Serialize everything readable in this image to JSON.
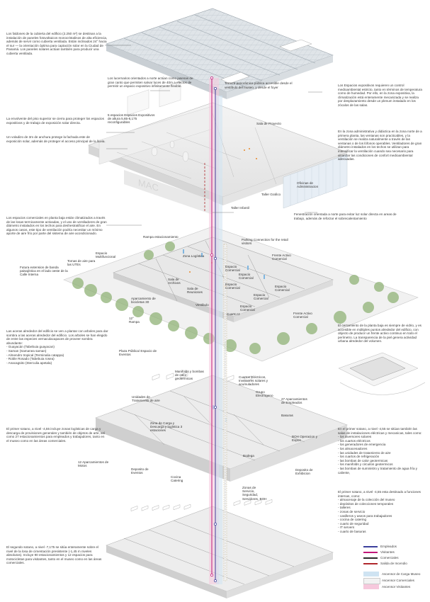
{
  "paragraphs": {
    "roof": "Los faldones de la cubierta del edificio (2.250 m²) se destinan a la instalación de paneles fotovoltaicos monocristalinos de alta eficiencia, además de servir como cubierta ventilada. Están inclinados 24° hacia el sur — la orientación óptima para captación solar en la Ciudad de Panamá. Los paneles solares actúan también para producir una cubierta ventilada.",
    "skylights": "Los lucernarios orientados a norte actúan como jasenas de gran canto que permiten salvar luces de 40m a efectos de permitir un espacio expositivo infinitamente flexible.",
    "terrace": "Terraza panorámica pública accesible desde el vestíbulo del museo, y desde el foyer",
    "exhibit_spaces": "Los Espacios expositivos requieren un control medioambiental estricto, tanto en términos de temperatura como de humedad. Por ello, en la zona expositiva, la climatización está enteramente mecanizada y se realiza por desplazamiento desde un plenum instalado en los zócalos de las salas.",
    "admin_zone": "En la zona administrativa y didáctica en la zona norte de a primera planta, las ventanas son practicables, y la ventilación se realiza naturalmente a través de las ventanas o de los lófonos operables. Ventiladores de gran diámetro instalados en los techos se utilizan para intensificar la ventilación cuando sea necesario para alcanzar las condiciones de confort medioambiental adecuadas.",
    "envelope": "La envolvente del piso superior se cierra para proteger los espacios expositivos y de trabajo de exposición solar directa.",
    "overhang": "Un voladizo de 3m de anchura protege la fachada este de exposición solar, además de proteger el acceso principal de la lluvia.",
    "commercial": "Los espacios comerciales en planta baja están climatizados a través de las losas termicamente activadas, y el uso de ventiladores de gran diámetro instalados en los techos para deshestratificar el aire. En algunos casos, este tipo de ventilación podría necesitar un mínimo aporte de aire frío por parte del sistema de aire acondicionado.",
    "north_window": "Fenestración orientada a norte para evitar luz solar directa en areas de trabajo, además de reforzar el sobrecalentamiento",
    "trees_intro": "Las aceras alrededor del edificio se ven a plantar con arboles para dar sombra a las aceras alrededor del edificio. Los arboles se han elegido de entre las especies vernaculacapaces de proveer sombra abundante:",
    "tree_list": [
      "- Guayacán (Tabebuia guayacan)",
      "- Saman (Samanea saman)",
      "- Almendro tropical (Terminalia catappa)",
      "- Roble Rosado (Tabebuia rosea)",
      "- Anacagüito (Sterculia apetala)"
    ],
    "glazing": "El cerramiento de la planta baja es siempre de vidrio, y es accesible en múltiples puntos alrededor del edificio, con objecto de producir un frente activo continuo en todo el perímetro. La transparencia de la piel genera actividad urbana alrededor del volumen.",
    "basement1_left": "El primer sotano, a nivel -4,55 incluye zonas logísticas de carga y descarga de provisiones generales y también de objetos de arte, así como 27 estacionamientos para empleados y trabajadores, tanto en el museo como en las áreas comerciales.",
    "basement1_right_intro": "En el primer sotano, a nivel -4,55 se sitúan también las salas de instalaciones eléctricas y mecanicas, tales como:",
    "basement1_right_list": [
      "- los inversores solares",
      "- los cuartos eléctricos",
      "- los generadores de emergencia",
      "- los almacenadores",
      "- las unidades de tratamiento de aire",
      "- los cuartos de refrigeración",
      "- las bombas de calor geotermicas",
      "- los manifolds y circuitos geotermicos",
      "- las bombas de suministro y tratamiento de agua fría y caliente,"
    ],
    "basement1_functions_intro": "El primer sotano, a nivel -4,55 esta destinado a funciones internas, como:",
    "basement1_functions_list": [
      "- almacenaje de la colección del museo",
      "- depósitos de colecciones temporales",
      "- talleres",
      "- zonas de servicio",
      "- casilleros y aseos para trabajadores",
      "- cocina de catering",
      "- cuarto de seguridad",
      "- IT servers",
      "- cuarto de basuras"
    ],
    "basement2": "El segundo sotano, a nivel -7,175 se sitúa enteramente sobre el nivel de la losa de cimentación presistente (-1,45 m niveles absolutos). Incluye 90 estacionamientos y 12 espacios para motocicletas para visitantes, tanto en el museo como en las áreas comerciales."
  },
  "labels": {
    "exhibit_hall": "5 espacios Espacios Expositivos de altura 5,65-8,175 reconfigurables",
    "salon_proyectos": "Sala de Proyecto",
    "oficinas": "Oficinas de Administracion",
    "taller_grafico": "Taller Grafico",
    "taller_infantil": "Taller Infantil",
    "rampa": "Rampa estacionamiento",
    "parking_connection": "Parking Connection for the retail visitors",
    "espacio_multifuncional": "Espacio Multifuncional",
    "tomas_aire": "Tomas de aire para las UTEs",
    "zona_logistica": "Zona Logística",
    "frente_activo_1": "Frente Activo Comercial",
    "frente_activo_2": "Frente Activo Comercial",
    "futura_extension": "Futura extension de banda paisajística en el lado oeste de la Calle Interna",
    "espacio_comercial_1": "Espacio Comercial",
    "espacio_comercial_2": "Espacio Comercial",
    "espacio_comercial_3": "Espacio Comercial",
    "espacio_comercial_4": "Espacio Comercial",
    "espacio_comercial_5": "Espacio Comercial",
    "espacio_comercial_6": "Espacio Comercial",
    "sala_archivos": "Sala de Archivos",
    "sala_reuniones": "Sala de Reuniones",
    "aparcamiento_bicis": "Aparcamiento de bicicletas 30",
    "vestibulo": "Vestibulo",
    "cuarto_iz": "Cuarto Iz",
    "rampa_12": "12° Rampa",
    "plaza_publica": "Plaza Pública/ Espacio de Eventos",
    "manifolds": "Manifolds y bombas de calor geotermicas",
    "cuartos_electricos": "Cuartos Eléctricos, Inversores solares y acumuladores",
    "grupo_electrogeno": "Grupo Electrogeno",
    "unidades_tratamiento": "Unidades de Tratamiento de aire",
    "aparcamientos_empleados": "27 Aparcamientos de Empleados",
    "zona_carga": "Zona de Carga y Descarga y logística 3 estaciones",
    "basuras": "Basuras",
    "boh_operacion": "BOH Operacion y Expos",
    "bodega": "Bodega",
    "aparcamientos_motos": "12 Aparcamientos de Motos",
    "deposito_eventos": "Deposito de Eventos",
    "cocina_catering": "Cocina Catering",
    "deposito_exhibicion": "Deposito de Exhibicion",
    "zonas_servicio": "Zonas de Servicio, Seguridad, Servidores, BOH",
    "mac_sign": "MAC"
  },
  "legend": {
    "lines": [
      {
        "label": "Empleados",
        "color": "#3b3f9c"
      },
      {
        "label": "Visitantes",
        "color": "#c2187a"
      },
      {
        "label": "Comerciales",
        "color": "#2a2a2a"
      },
      {
        "label": "Salida de Incendio",
        "color": "#b0272c"
      }
    ],
    "areas": [
      {
        "label": "Ascensor de Carga Museo",
        "color": "#cfe3f2"
      },
      {
        "label": "Ascensor Comerciales",
        "color": "#f2f2f2"
      },
      {
        "label": "Ascensor Visitantes",
        "color": "#f6c8dc"
      }
    ]
  },
  "colors": {
    "accent_orange": "#e8892a",
    "accent_blue": "#7fb6e0",
    "tree_green": "#8fb276",
    "visitor_pink": "#e46aa8"
  }
}
